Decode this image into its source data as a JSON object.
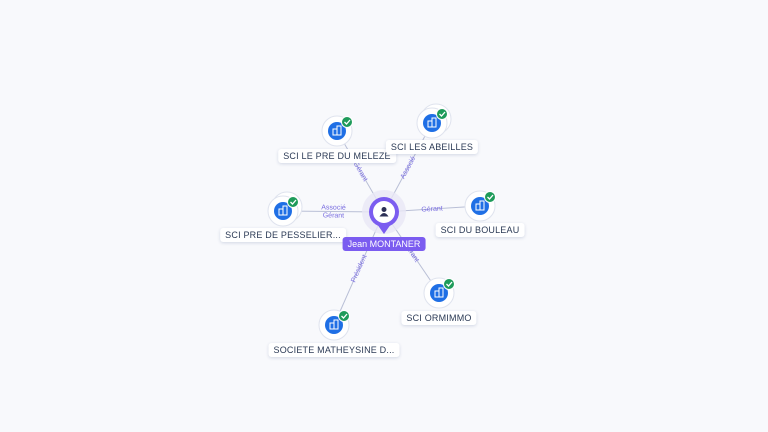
{
  "center": {
    "name": "Jean MONTANER",
    "icon": "person-icon",
    "color": "#7b5cf0"
  },
  "companies": [
    {
      "id": "meleze",
      "name": "SCI LE PRE DU MELEZE",
      "relations": [
        "Gérant"
      ],
      "stacked": false
    },
    {
      "id": "abeilles",
      "name": "SCI LES ABEILLES",
      "relations": [
        "Associé"
      ],
      "stacked": true
    },
    {
      "id": "bouleau",
      "name": "SCI DU BOULEAU",
      "relations": [
        "Gérant"
      ],
      "stacked": false
    },
    {
      "id": "pesselier",
      "name": "SCI PRE DE PESSELIER...",
      "relations": [
        "Gérant",
        "Associé"
      ],
      "stacked": true
    },
    {
      "id": "ormimmo",
      "name": "SCI ORMIMMO",
      "relations": [
        "Gérant"
      ],
      "stacked": false
    },
    {
      "id": "matheysine",
      "name": "SOCIETE MATHEYSINE D...",
      "relations": [
        "Président"
      ],
      "stacked": false
    }
  ],
  "colors": {
    "company_fill": "#1f6fe5",
    "check": "#1e9b5a",
    "edge": "#b9bfd6"
  },
  "icons": {
    "company": "building-icon",
    "status": "check-icon"
  }
}
